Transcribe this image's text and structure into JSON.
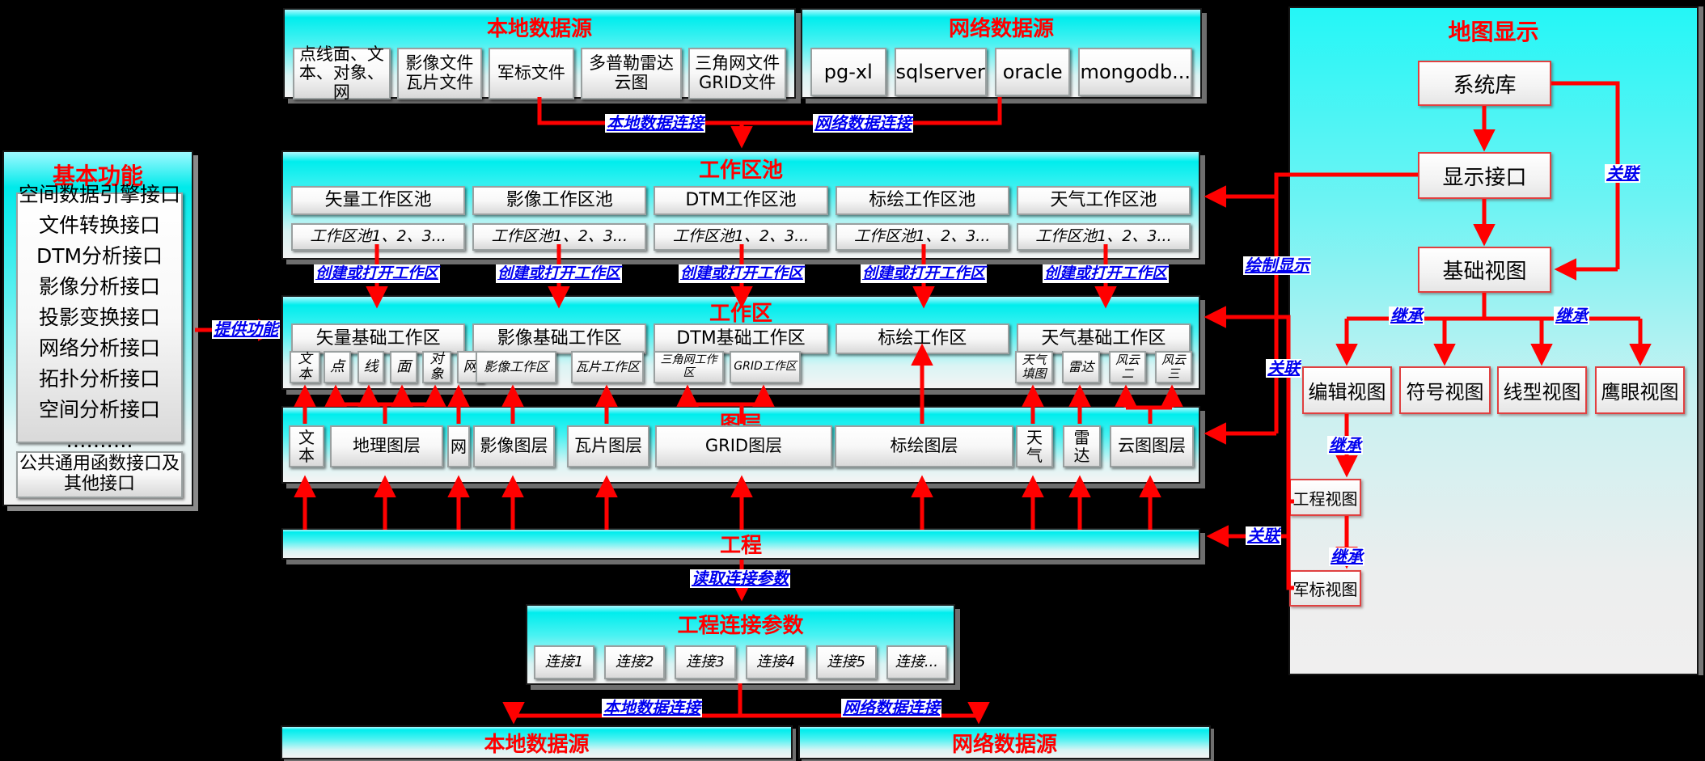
{
  "diagram": {
    "colors": {
      "accent_red": "#ff0000",
      "label_blue": "#0000ee",
      "panel_cyan": "#00eded"
    },
    "left_panel": {
      "title": "基本功能",
      "interfaces": [
        "空间数据引擎接口",
        "文件转换接口",
        "DTM分析接口",
        "影像分析接口",
        "投影变换接口",
        "网络分析接口",
        "拓扑分析接口",
        "空间分析接口",
        "………."
      ],
      "common": "公共通用函数接口及\n其他接口"
    },
    "local_top": {
      "title": "本地数据源",
      "items": [
        "点线面、文\n本、对象、网",
        "影像文件\n瓦片文件",
        "军标文件",
        "多普勒雷达\n云图",
        "三角网文件\nGRID文件"
      ]
    },
    "net_top": {
      "title": "网络数据源",
      "items": [
        "pg-xl",
        "sqlserver",
        "oracle",
        "mongodb..."
      ]
    },
    "pool": {
      "title": "工作区池",
      "row1": [
        "矢量工作区池",
        "影像工作区池",
        "DTM工作区池",
        "标绘工作区池",
        "天气工作区池"
      ],
      "row2": [
        "工作区池1、2、3...",
        "工作区池1、2、3...",
        "工作区池1、2、3...",
        "工作区池1、2、3...",
        "工作区池1、2、3..."
      ]
    },
    "workspace": {
      "title": "工作区",
      "row1": [
        "矢量基础工作区",
        "影像基础工作区",
        "DTM基础工作区",
        "标绘工作区",
        "天气基础工作区"
      ],
      "vector_items": [
        "文\n本",
        "点",
        "线",
        "面",
        "对\n象",
        "网"
      ],
      "image_items": [
        "影像工作区",
        "瓦片工作区"
      ],
      "dtm_items": [
        "三角网工作区",
        "GRID工作区"
      ],
      "weather_items": [
        "天气\n填图",
        "雷达",
        "风云\n二",
        "风云\n三"
      ]
    },
    "layers": {
      "title": "图层",
      "items": [
        "文\n本",
        "地理图层",
        "网",
        "影像图层",
        "瓦片图层",
        "GRID图层",
        "标绘图层",
        "天\n气",
        "雷\n达",
        "云图图层"
      ]
    },
    "project": {
      "title": "工程"
    },
    "conn_params": {
      "title": "工程连接参数",
      "items": [
        "连接1",
        "连接2",
        "连接3",
        "连接4",
        "连接5",
        "连接..."
      ]
    },
    "local_bottom": {
      "title": "本地数据源"
    },
    "net_bottom": {
      "title": "网络数据源"
    },
    "map_panel": {
      "title": "地图显示",
      "system_lib": "系统库",
      "display_if": "显示接口",
      "base_view": "基础视图",
      "edit_view": "编辑视图",
      "symbol_view": "符号视图",
      "line_view": "线型视图",
      "eagle_view": "鹰眼视图",
      "project_view": "工程视图",
      "military_view": "军标视图"
    },
    "labels": {
      "local_conn": "本地数据连接",
      "net_conn": "网络数据连接",
      "create_open": "创建或打开工作区",
      "provide": "提供功能",
      "draw_display": "绘制显示",
      "assoc": "关联",
      "inherit": "继承",
      "read_params": "读取连接参数"
    }
  }
}
